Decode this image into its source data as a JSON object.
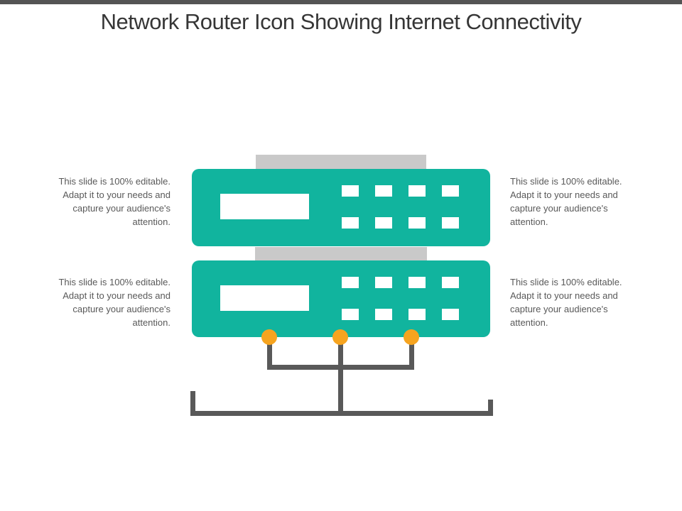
{
  "title": "Network Router Icon Showing Internet Connectivity",
  "captions": [
    {
      "position": "left-top",
      "text": "This slide is 100% editable. Adapt it to your needs and capture your audience's attention."
    },
    {
      "position": "right-top",
      "text": "This slide is 100% editable. Adapt it to your needs and capture your audience's attention."
    },
    {
      "position": "left-bottom",
      "text": "This slide is 100% editable. Adapt it to your needs and capture your audience's attention."
    },
    {
      "position": "right-bottom",
      "text": "This slide is 100% editable. Adapt it to your needs and capture your audience's attention."
    }
  ],
  "diagram": {
    "routers": 2,
    "ports_per_router": 8,
    "connection_nodes": 3
  },
  "colors": {
    "teal": "#11B49E",
    "orange": "#F6A41F",
    "line_gray": "#595959",
    "light_gray": "#C9C9C9",
    "top_bar": "#545454",
    "title_text": "#363636",
    "body_text": "#595959"
  }
}
